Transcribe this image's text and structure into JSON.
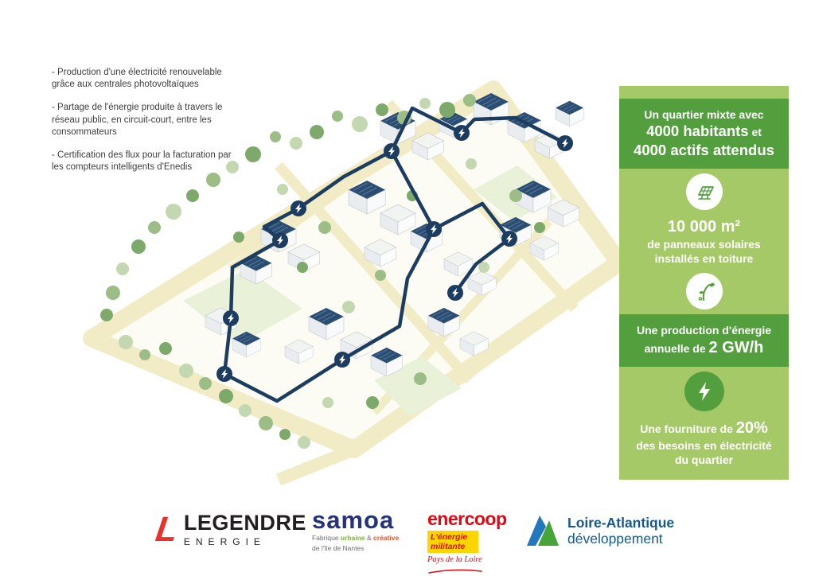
{
  "notes": [
    "- Production d'une électricité renouvelable grâce aux centrales photovoltaïques",
    "- Partage de l'énergie produite à travers le réseau public, en circuit-court, entre les consommateurs",
    "- Certification des flux pour la facturation par les compteurs intelligents d'Enedis"
  ],
  "panel": {
    "block1": {
      "l1": "Un quartier mixte avec",
      "l2_strong": "4000 habitants",
      "l2_rest": " et",
      "l3_strong": "4000 actifs attendus"
    },
    "block2": {
      "value": "10 000 m²",
      "l1": "de panneaux solaires",
      "l2": "installés en toiture"
    },
    "block3": {
      "l1": "Une production d'énergie",
      "l2_pre": "annuelle de ",
      "l2_strong": "2 GW/h"
    },
    "block4": {
      "l1_pre": "Une fourniture de ",
      "l1_strong": "20%",
      "l2": "des besoins en électricité",
      "l3": "du quartier"
    },
    "icons": [
      "solar-panel-icon",
      "sprout-icon",
      "lightning-icon"
    ],
    "colors": {
      "light_green": "#a6c967",
      "dark_green": "#539f3e",
      "navy": "#1c3c60"
    }
  },
  "logos": {
    "legendre": {
      "name": "LEGENDRE",
      "sub": "ENERGIE",
      "accent": "#e8312a"
    },
    "samoa": {
      "name": "samoa",
      "tag_pre": "Fabrique ",
      "tag_green": "urbaine",
      "tag_amp": " & ",
      "tag_orange": "créative",
      "sub2": "de l'île de Nantes"
    },
    "enercoop": {
      "name": "enercoop",
      "tagline": "L'énergie militante",
      "region": "Pays de la Loire"
    },
    "lad": {
      "line1": "Loire-Atlantique",
      "line2": "développement"
    }
  }
}
